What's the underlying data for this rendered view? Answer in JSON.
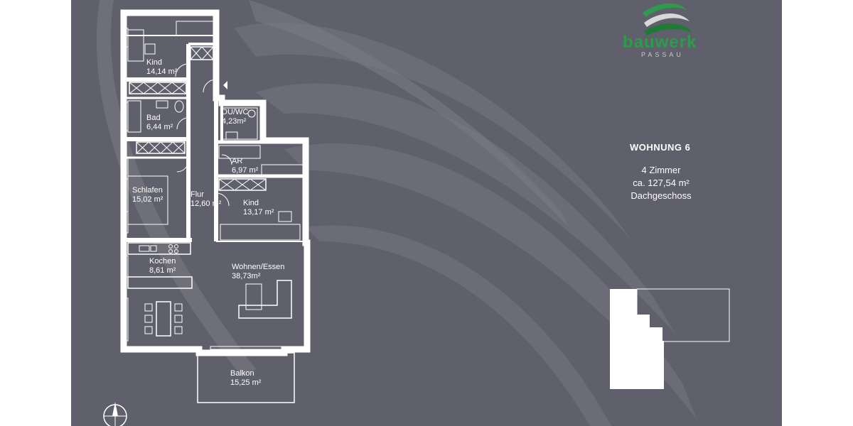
{
  "brand": {
    "word": "bauwerk",
    "sub": "PASSAU",
    "accent": "#2e9a4b"
  },
  "info": {
    "title": "WOHNUNG 6",
    "rooms": "4 Zimmer",
    "area": "ca. 127,54 m²",
    "floor": "Dachgeschoss"
  },
  "colors": {
    "background": "#5f606b",
    "walls": "#ffffff",
    "swoosh": "#8a8b95"
  },
  "plan": {
    "rooms": [
      {
        "name": "Kind",
        "area": "14,14 m²"
      },
      {
        "name": "Bad",
        "area": "6,44 m²"
      },
      {
        "name": "DU/WC",
        "area": "4,23m²"
      },
      {
        "name": "AR",
        "area": "6,97 m²"
      },
      {
        "name": "Schlafen",
        "area": "15,02 m²"
      },
      {
        "name": "Flur",
        "area": "12,60 m²"
      },
      {
        "name": "Kind",
        "area": "13,17 m²"
      },
      {
        "name": "Kochen",
        "area": "8,61 m²"
      },
      {
        "name": "Wohnen/Essen",
        "area": "38,73m²"
      },
      {
        "name": "Balkon",
        "area": "15,25 m²"
      }
    ]
  },
  "icons": {
    "compass": "north-arrow-icon",
    "keyplan": "building-keyplan-icon",
    "logo": "bauwerk-logo-icon"
  }
}
